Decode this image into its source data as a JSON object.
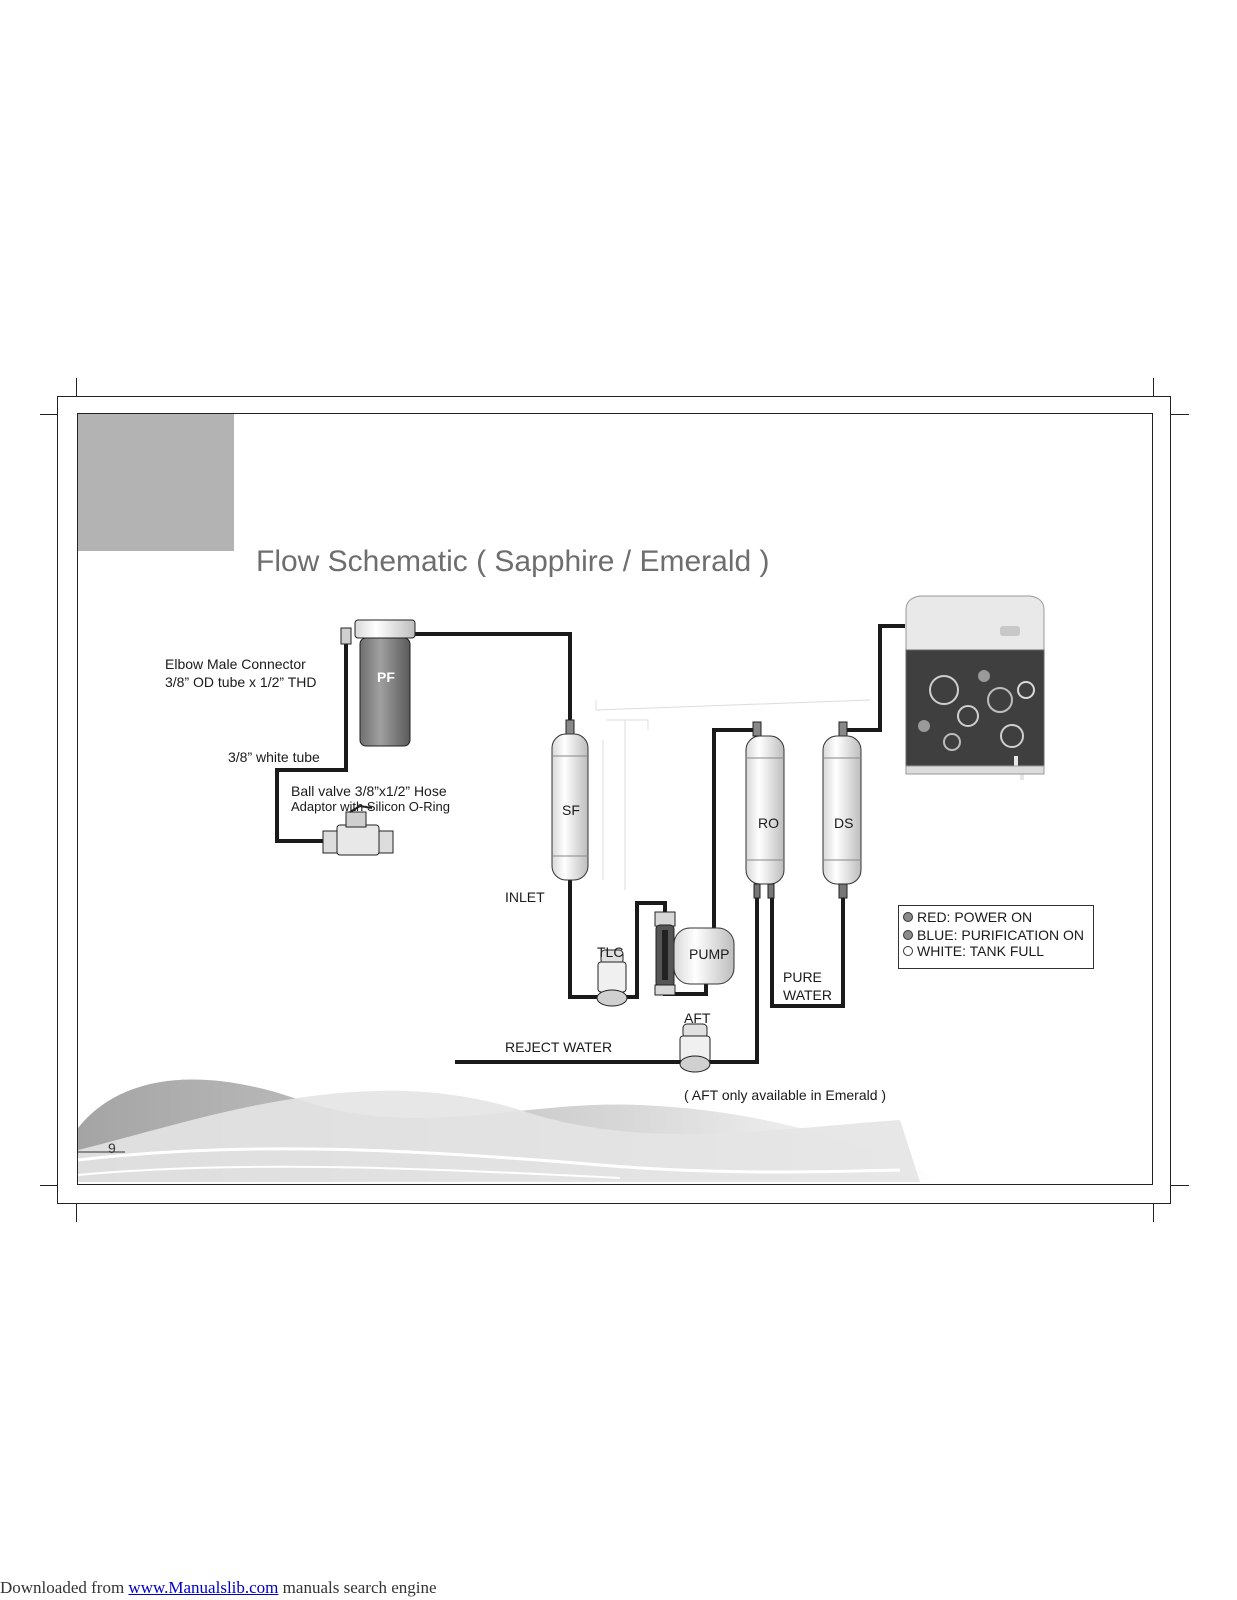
{
  "title": "Flow Schematic ( Sapphire / Emerald )",
  "labels": {
    "elbow_line1": "Elbow Male Connector",
    "elbow_line2": "3/8” OD tube x 1/2” THD",
    "white_tube": "3/8”  white tube",
    "ball_valve_line1": "Ball valve 3/8”x1/2” Hose",
    "ball_valve_line2": "Adaptor with Silicon O-Ring",
    "pf": "PF",
    "sf": "SF",
    "ro": "RO",
    "ds": "DS",
    "inlet": "INLET",
    "tlc": "TLC",
    "pump": "PUMP",
    "aft": "AFT",
    "pure_water_line1": "PURE",
    "pure_water_line2": "WATER",
    "reject_water": "REJECT WATER",
    "aft_note": "( AFT only available in Emerald )"
  },
  "legend": [
    {
      "text": "RED: POWER ON",
      "fill": "#8a8a8a"
    },
    {
      "text": "BLUE: PURIFICATION ON",
      "fill": "#8a8a8a"
    },
    {
      "text": "WHITE: TANK FULL",
      "fill": "#ffffff"
    }
  ],
  "page_number": "9",
  "footer": {
    "prefix": "Downloaded from ",
    "link": "www.Manualslib.com",
    "suffix": "  manuals search engine"
  }
}
